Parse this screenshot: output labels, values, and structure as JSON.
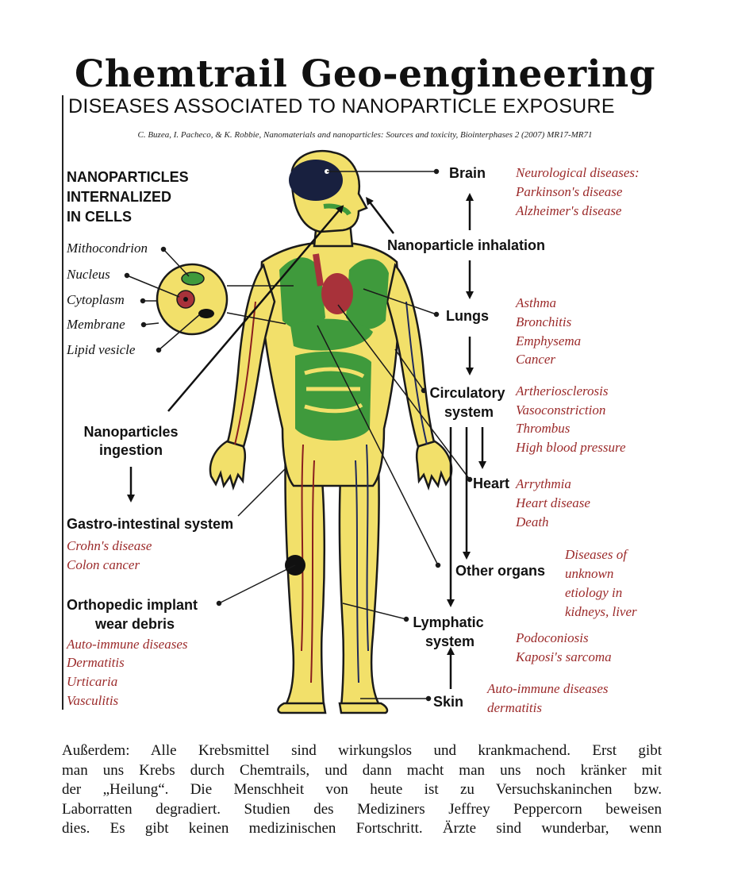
{
  "header": {
    "title": "Chemtrail Geo-engineering",
    "subtitle": "DISEASES ASSOCIATED TO NANOPARTICLE EXPOSURE",
    "citation": "C. Buzea, I. Pacheco, & K. Robbie, Nanomaterials and nanoparticles: Sources and toxicity, Biointerphases 2 (2007) MR17-MR71"
  },
  "left": {
    "cells_heading": [
      "NANOPARTICLES",
      "INTERNALIZED",
      "IN CELLS"
    ],
    "cell_parts": [
      "Mithocondrion",
      "Nucleus",
      "Cytoplasm",
      "Membrane",
      "Lipid vesicle"
    ],
    "ingestion": [
      "Nanoparticles",
      "ingestion"
    ],
    "gi_system": "Gastro-intestinal system",
    "gi_diseases": [
      "Crohn's disease",
      "Colon cancer"
    ],
    "implant": [
      "Orthopedic implant",
      "wear debris"
    ],
    "implant_diseases": [
      "Auto-immune diseases",
      "Dermatitis",
      "Urticaria",
      "Vasculitis"
    ]
  },
  "right": {
    "brain": "Brain",
    "brain_diseases": [
      "Neurological diseases:",
      "Parkinson's disease",
      "Alzheimer's disease"
    ],
    "inhalation": "Nanoparticle inhalation",
    "lungs": "Lungs",
    "lungs_diseases": [
      "Asthma",
      "Bronchitis",
      "Emphysema",
      "Cancer"
    ],
    "circulatory": [
      "Circulatory",
      "system"
    ],
    "circulatory_diseases": [
      "Artheriosclerosis",
      "Vasoconstriction",
      "Thrombus",
      "High blood pressure"
    ],
    "heart": "Heart",
    "heart_diseases": [
      "Arrythmia",
      "Heart disease",
      "Death"
    ],
    "other_organs": "Other organs",
    "other_diseases": [
      "Diseases of",
      "unknown",
      "etiology in",
      "kidneys, liver"
    ],
    "lymphatic": [
      "Lymphatic",
      "system"
    ],
    "lymphatic_diseases": [
      "Podoconiosis",
      "Kaposi's sarcoma"
    ],
    "skin": "Skin",
    "skin_diseases": [
      "Auto-immune diseases",
      "dermatitis"
    ]
  },
  "paragraph": [
    "Außerdem: Alle Krebsmittel sind wirkungslos und krankmachend. Erst gibt",
    "man uns Krebs durch Chemtrails, und dann macht man uns noch kränker mit",
    "der „Heilung“. Die Menschheit von heute ist zu Versuchskaninchen bzw.",
    "Laborratten degradiert. Studien des Mediziners Jeffrey Peppercorn beweisen",
    "dies. Es gibt keinen medizinischen Fortschritt. Ärzte sind wunderbar, wenn"
  ],
  "colors": {
    "body_fill": "#f2e06a",
    "organ_green": "#3f9a3c",
    "brain_navy": "#18203f",
    "disease_red": "#9b2a2a"
  }
}
